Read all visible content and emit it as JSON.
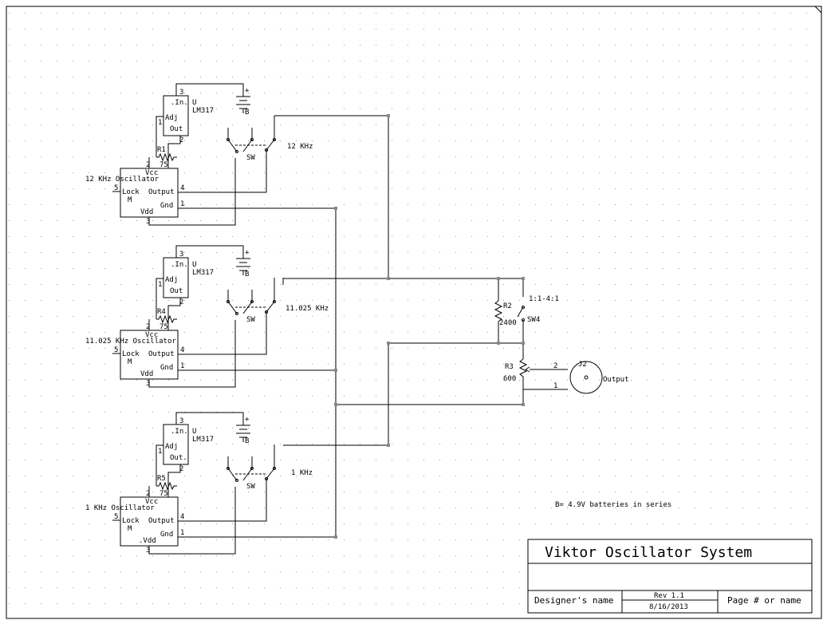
{
  "title_block": {
    "title": "Viktor Oscillator System",
    "designer": "Designer's name",
    "revision": "Rev 1.1",
    "date": "8/16/2013",
    "page": "Page # or name"
  },
  "note": "B= 4.9V batteries in series",
  "stages": [
    {
      "reg_in": ".In.",
      "reg_u": "U",
      "reg_part": "LM317",
      "reg_adj": "Adj",
      "reg_out": "Out",
      "reg_pin_in": "3",
      "reg_pin_adj": "1",
      "reg_pin_out": "2",
      "res_name": "R1",
      "res_value": "75",
      "osc_name": "12 KHz Oscillator",
      "osc_vcc": "Vcc",
      "osc_lock": "Lock",
      "osc_output": "Output",
      "osc_m": "M",
      "osc_gnd": "Gnd",
      "osc_vdd": "Vdd",
      "pin_vcc": "2",
      "pin_lock": "5",
      "pin_out": "4",
      "pin_gnd": "1",
      "pin_vdd": "3",
      "battery_plus": "+",
      "battery_label": "B",
      "switch_label": "SW",
      "freq_label": "12 KHz"
    },
    {
      "reg_in": ".In.",
      "reg_u": "U",
      "reg_part": "LM317",
      "reg_adj": "Adj",
      "reg_out": "Out",
      "reg_pin_in": "3",
      "reg_pin_adj": "1",
      "reg_pin_out": "2",
      "res_name": "R4",
      "res_value": "75",
      "osc_name": "11.025 KHz Oscillator",
      "osc_vcc": "Vcc",
      "osc_lock": "Lock",
      "osc_output": "Output",
      "osc_m": "M",
      "osc_gnd": "Gnd",
      "osc_vdd": "Vdd",
      "pin_vcc": "2",
      "pin_lock": "5",
      "pin_out": "4",
      "pin_gnd": "1",
      "pin_vdd": "3",
      "battery_plus": "+",
      "battery_label": "B",
      "switch_label": "SW",
      "freq_label": "11.025 KHz"
    },
    {
      "reg_in": ".In.",
      "reg_u": "U",
      "reg_part": "LM317",
      "reg_adj": "Adj",
      "reg_out": "Out.",
      "reg_pin_in": "3",
      "reg_pin_adj": "1",
      "reg_pin_out": "2",
      "res_name": "R5",
      "res_value": "75",
      "osc_name": "1 KHz Oscillator",
      "osc_vcc": "Vcc",
      "osc_lock": "Lock",
      "osc_output": "Output",
      "osc_m": "M",
      "osc_gnd": "Gnd",
      "osc_vdd": ".Vdd",
      "pin_vcc": "2",
      "pin_lock": "5",
      "pin_out": "4",
      "pin_gnd": "1",
      "pin_vdd": "3",
      "battery_plus": "+",
      "battery_label": "B",
      "switch_label": "SW",
      "freq_label": "1 KHz"
    }
  ],
  "output": {
    "r2_name": "R2",
    "r2_value": "2400",
    "sw4_ratio": "1:1-4:1",
    "sw4_name": "SW4",
    "r3_name": "R3",
    "r3_value": "600",
    "jack_name": "J2",
    "jack_pin2": "2",
    "jack_pin1": "1",
    "output_label": "Output"
  }
}
